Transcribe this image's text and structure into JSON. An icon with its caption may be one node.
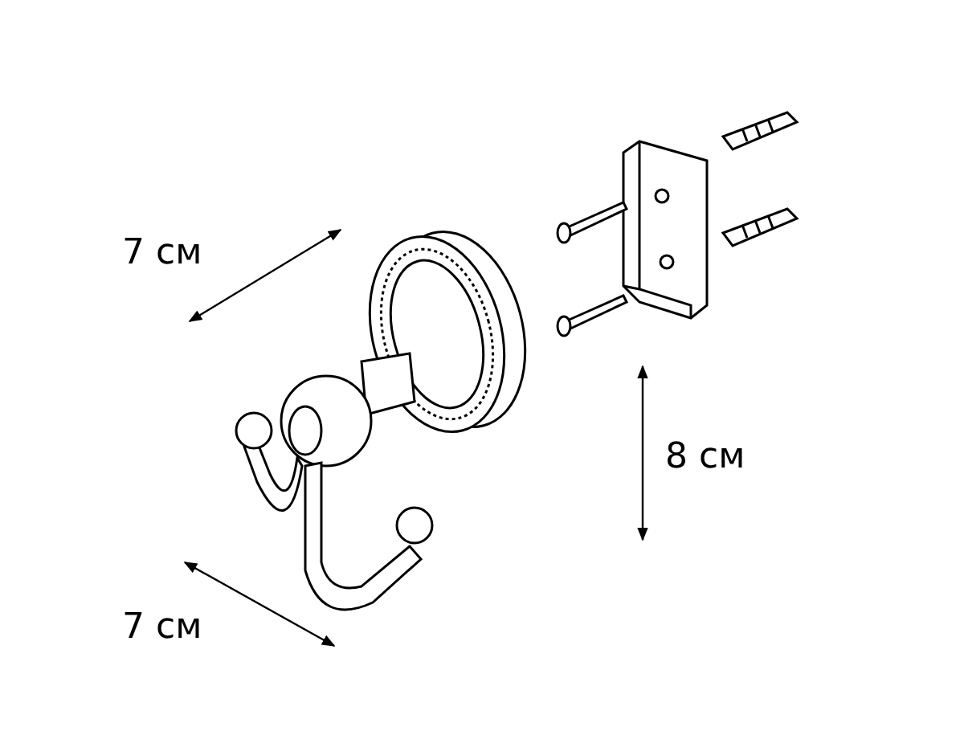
{
  "diagram": {
    "labels": [
      "7 см",
      "8 см",
      "7 см"
    ]
  }
}
